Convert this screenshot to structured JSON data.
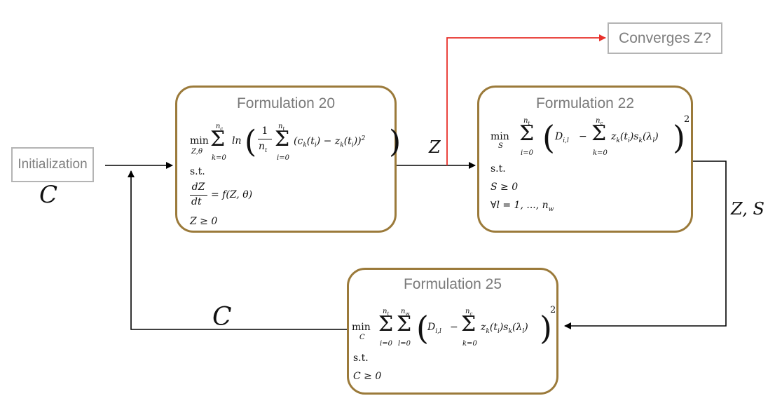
{
  "nodes": {
    "initialization": "Initialization",
    "converges": "Converges Z?",
    "f20": {
      "title": "Formulation 20",
      "min": "min",
      "min_sub": "Z,θ",
      "sum1_top": "n",
      "sum1_top_sub": "c",
      "sum1_bot": "k=0",
      "ln": "ln",
      "frac_num": "1",
      "frac_den": "n",
      "frac_den_sub": "t",
      "sum2_top": "n",
      "sum2_top_sub": "t",
      "sum2_bot": "i=0",
      "body": "(c",
      "body2": "k",
      "body3": "(t",
      "body4": "i",
      "body5": ") − z",
      "body6": "k",
      "body7": "(t",
      "body8": "i",
      "body9": "))",
      "sq": "2",
      "st": "s.t.",
      "dz_num": "dZ",
      "dz_den": "dt",
      "dz_rhs": "= f(Z, θ)",
      "nonneg": "Z ≥ 0"
    },
    "f22": {
      "title": "Formulation 22",
      "min": "min",
      "min_sub": "S",
      "sum1_top": "n",
      "sum1_top_sub": "t",
      "sum1_bot": "i=0",
      "D": "D",
      "D_sub": "i,l",
      "minus": "−",
      "sum2_top": "n",
      "sum2_top_sub": "c",
      "sum2_bot": "k=0",
      "term": "z",
      "term_sub": "k",
      "term2": "(t",
      "term2_sub": "i",
      "term3": ")s",
      "term3_sub": "k",
      "term4": "(λ",
      "term4_sub": "l",
      "term5": ")",
      "sq": "2",
      "st": "s.t.",
      "nonneg": "S ≥ 0",
      "forall": "∀l = 1, ..., n",
      "forall_sub": "w"
    },
    "f25": {
      "title": "Formulation 25",
      "min": "min",
      "min_sub": "C",
      "sum1_top": "n",
      "sum1_top_sub": "t",
      "sum1_bot": "i=0",
      "sum2_top": "n",
      "sum2_top_sub": "w",
      "sum2_bot": "l=0",
      "D": "D",
      "D_sub": "i,l",
      "minus": "−",
      "sum3_top": "n",
      "sum3_top_sub": "c",
      "sum3_bot": "k=0",
      "term": "z",
      "term_sub": "k",
      "term2": "(t",
      "term2_sub": "i",
      "term3": ")s",
      "term3_sub": "k",
      "term4": "(λ",
      "term4_sub": "l",
      "term5": ")",
      "sq": "2",
      "st": "s.t.",
      "nonneg": "C ≥ 0"
    }
  },
  "edges": {
    "init_label": "C",
    "z_label": "Z",
    "zs_label": "Z, S",
    "c_label": "C"
  },
  "colors": {
    "box_border": "#9b7a3a",
    "gray_border": "#b4b4b4",
    "gray_text": "#7f7f7f",
    "red_arrow": "#e8302a",
    "arrow": "#000000"
  }
}
